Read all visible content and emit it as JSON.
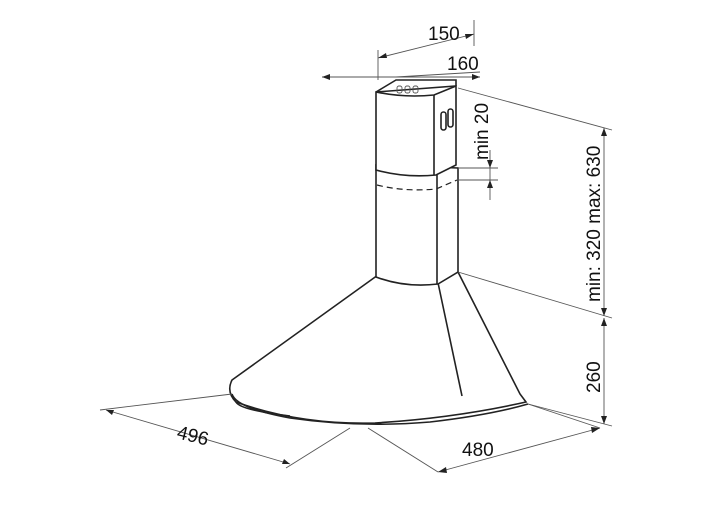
{
  "dimensions": {
    "chimney_depth": "150",
    "chimney_width": "160",
    "chimney_overlap": "min 20",
    "chimney_height": "min: 320 max: 630",
    "hood_height": "260",
    "hood_width": "496",
    "hood_depth": "480"
  },
  "colors": {
    "line": "#222222",
    "background": "#ffffff"
  }
}
